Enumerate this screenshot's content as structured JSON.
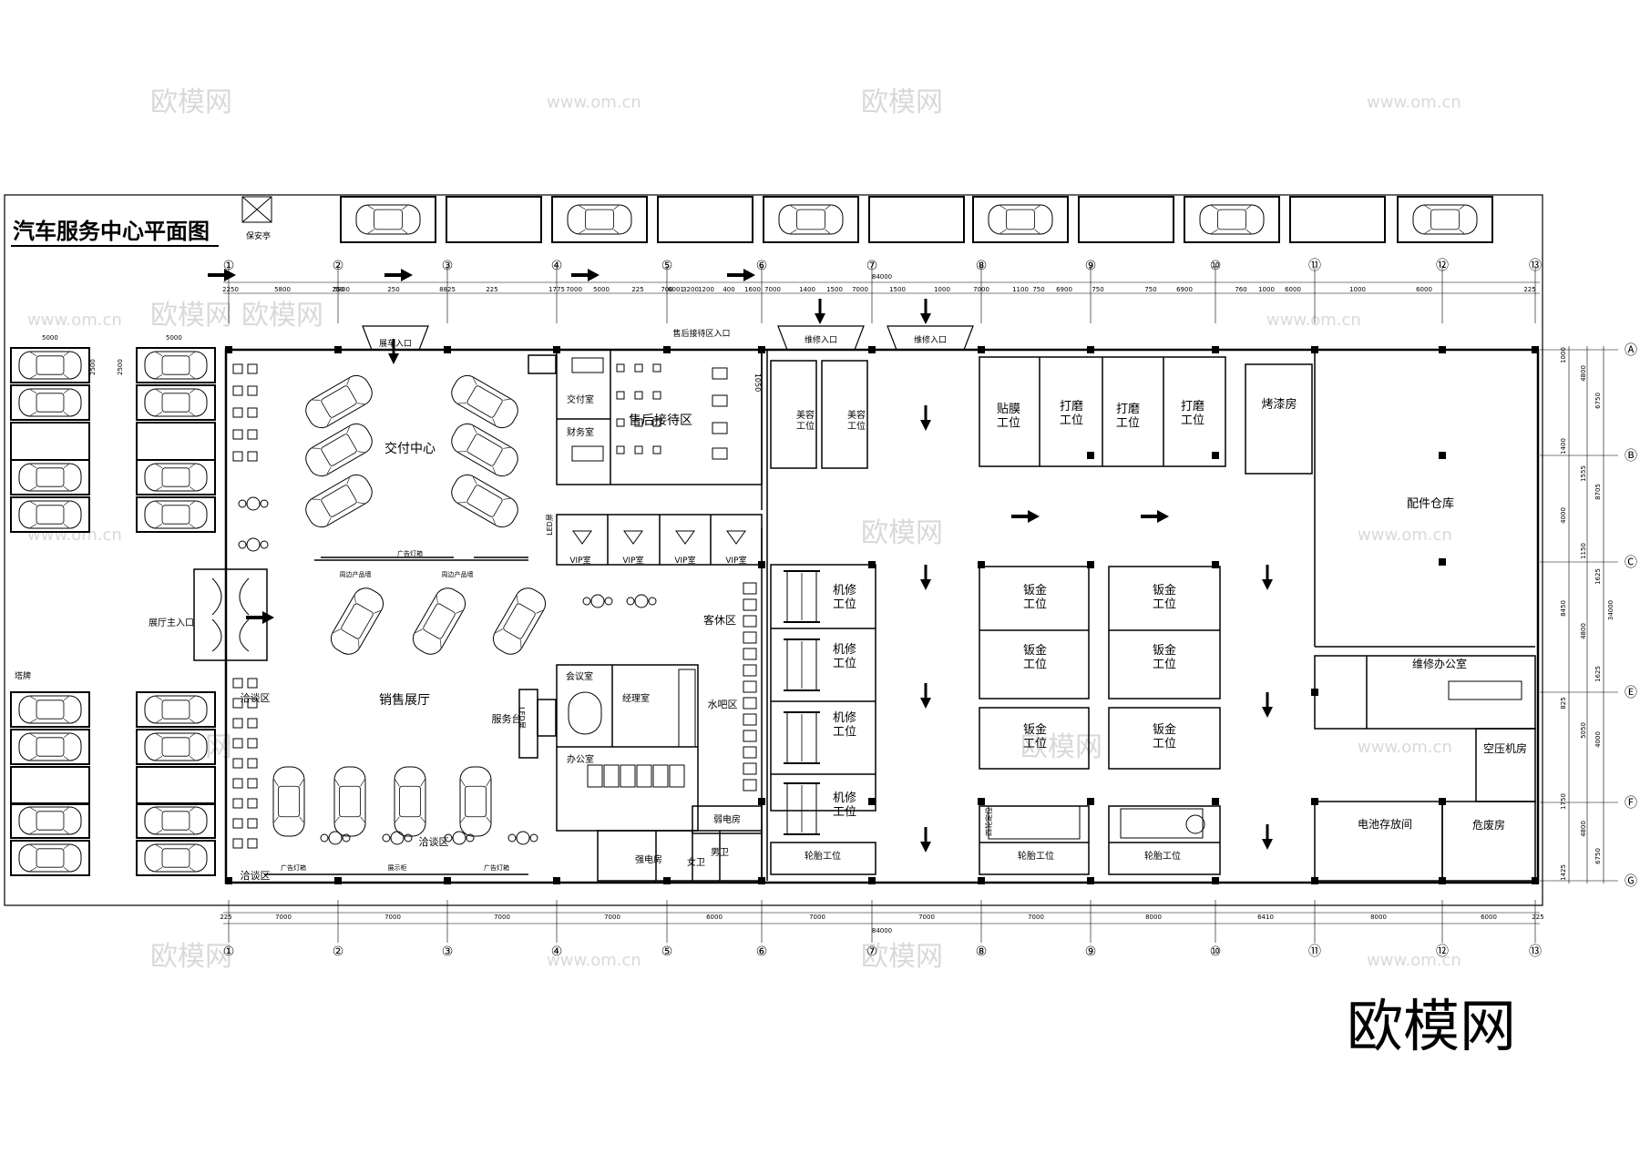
{
  "title": "汽车服务中心平面图",
  "watermarks": {
    "logo": "欧模网",
    "url": "www.om.cn"
  },
  "brand_big": "欧模网",
  "guard": "保安亭",
  "park_left": "塔牌",
  "grid_cols": [
    "①",
    "②",
    "③",
    "④",
    "⑤",
    "⑥",
    "⑦",
    "⑧",
    "⑨",
    "⑩",
    "⑪",
    "⑫",
    "⑬"
  ],
  "grid_rows": [
    "Ⓐ",
    "Ⓑ",
    "Ⓒ",
    "Ⓔ",
    "Ⓕ",
    "Ⓖ"
  ],
  "total_dim": "84000",
  "right_total": "34000",
  "top_dims": [
    "2250",
    "5800",
    "250",
    "5800",
    "250",
    "8825",
    "225",
    "1775",
    "7000",
    "5000",
    "225",
    "700",
    "6001",
    "3200",
    "1200",
    "400",
    "1600",
    "7000",
    "1400",
    "1500",
    "7000",
    "1500",
    "1000",
    "7000",
    "1100",
    "750",
    "6900",
    "750",
    "750",
    "6900",
    "760",
    "1000",
    "6000",
    "1000",
    "6000",
    "225"
  ],
  "bottom_dims": [
    "225",
    "7000",
    "7000",
    "7000",
    "7000",
    "6000",
    "7000",
    "7000",
    "7000",
    "8000",
    "6410",
    "8000",
    "6000",
    "225"
  ],
  "right_dims": [
    "1000",
    "4800",
    "6750",
    "1400",
    "1555",
    "8705",
    "4000",
    "1150",
    "1625",
    "8450",
    "4800",
    "1625",
    "825",
    "5050",
    "4000",
    "1750",
    "4800",
    "6750",
    "1425"
  ],
  "park_dim": "5000",
  "park_dim2": "2500",
  "rooms": {
    "delivery_entry": "展车入口",
    "delivery_center": "交付中心",
    "ad_light": "广告灯箱",
    "surround_wall_1": "周边产品墙",
    "surround_wall_2": "周边产品墙",
    "hall_entry": "展厅主入口",
    "sales_hall": "销售展厅",
    "negotiation_1": "洽谈区",
    "negotiation_2": "洽谈区",
    "negotiation_3": "洽谈区",
    "ad_light_2": "广告灯箱",
    "ad_light_3": "广告灯箱",
    "display_cab": "展示柜",
    "service_desk": "服务台",
    "aftersales_entry": "售后接待区入口",
    "aftersales_zone": "售后接待区",
    "delivery_room": "交付室",
    "finance_room": "财务室",
    "vip1": "VIP室",
    "vip2": "VIP室",
    "vip3": "VIP室",
    "vip4": "VIP室",
    "lounge": "客休区",
    "water_bar": "水吧区",
    "meeting": "会议室",
    "manager": "经理室",
    "office": "办公室",
    "weak_elec": "弱电房",
    "strong_elec": "强电房",
    "wc_m": "男卫",
    "wc_f": "女卫",
    "repair_entry_1": "维修入口",
    "repair_entry_2": "维修入口",
    "beauty": "美容\n工位",
    "film": "贴膜\n工位",
    "polish": "打磨\n工位",
    "paint": "烤漆房",
    "parts": "配件仓库",
    "mech": "机修\n工位",
    "sheet": "钣金\n工位",
    "tire": "轮胎工位",
    "tire_grip": "四轮定位",
    "repair_office": "维修办公室",
    "compressor": "空压机房",
    "battery": "电池存放间",
    "hazard": "危废房",
    "screen": "LED屏",
    "screen2": "LED屏",
    "dim_1050": "1050"
  }
}
